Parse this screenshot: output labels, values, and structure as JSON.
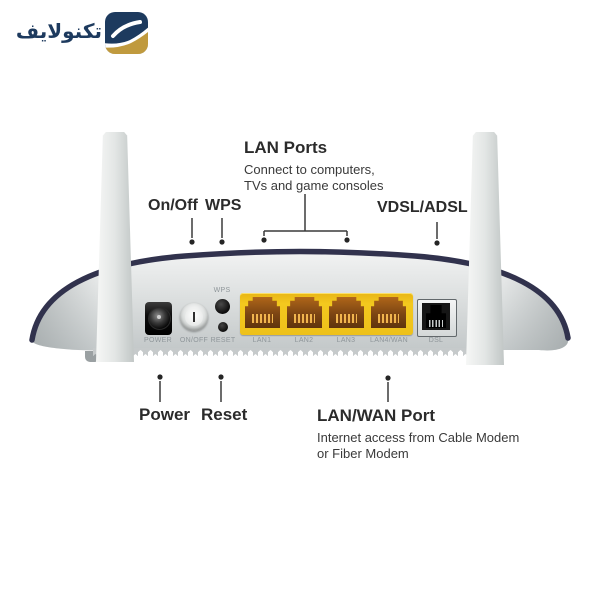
{
  "brand": {
    "name": "تكنولايف",
    "logo_navy": "#1d3a5e",
    "logo_gold": "#c09a3e"
  },
  "callouts": {
    "lan_ports_title": "LAN Ports",
    "lan_ports_desc1": "Connect to computers,",
    "lan_ports_desc2": "TVs and game consoles",
    "on_off": "On/Off",
    "wps": "WPS",
    "vdsl_adsl": "VDSL/ADSL",
    "power": "Power",
    "reset": "Reset",
    "lan_wan_title": "LAN/WAN Port",
    "lan_wan_desc1": "Internet access from Cable Modem",
    "lan_wan_desc2": "or Fiber Modem"
  },
  "device": {
    "panel_labels": {
      "power": "POWER",
      "on_off": "ON/OFF",
      "wps": "WPS",
      "reset": "RESET",
      "lan1": "LAN1",
      "lan2": "LAN2",
      "lan3": "LAN3",
      "lan4_wan": "LAN4/WAN",
      "dsl": "DSL"
    }
  },
  "colors": {
    "trim_navy": "#31324d",
    "body_gray": "#d6dada",
    "port_yellow": "#f1c41d",
    "annotation_text": "#2e2e2e"
  }
}
